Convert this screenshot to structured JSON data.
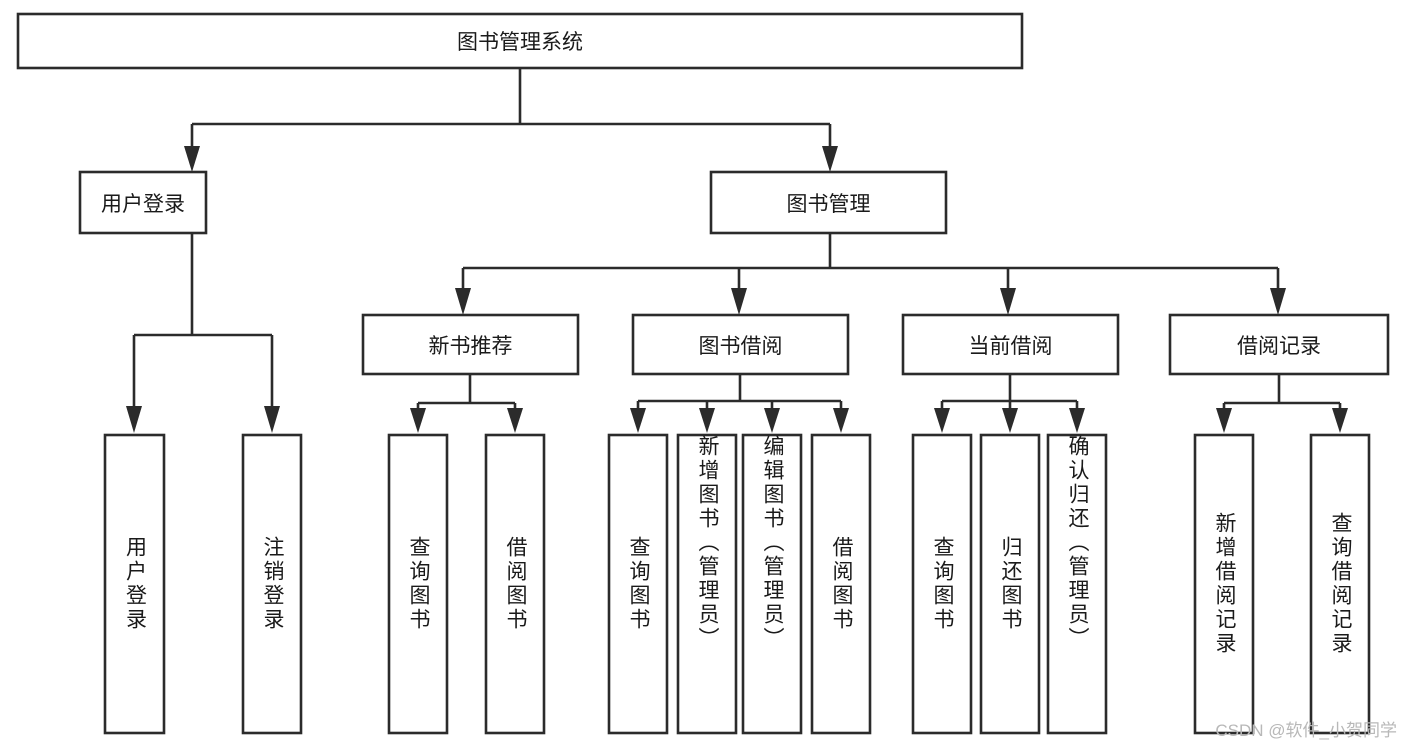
{
  "diagram": {
    "type": "tree-hierarchy",
    "title": "图书管理系统",
    "orientation": "top-down",
    "watermark": "CSDN @软件_小贺同学",
    "colors": {
      "box_fill": "#ffffff",
      "box_stroke": "#2b2b2b",
      "text": "#1a1a1a",
      "watermark": "#b8b8b8",
      "background": "#ffffff"
    },
    "levels": {
      "level0": "系统根节点",
      "level1": "一级模块",
      "level2": "二级模块",
      "level3": "功能叶节点"
    }
  },
  "nodes": {
    "root": {
      "id": "root",
      "label": "图书管理系统",
      "level": 0,
      "orientation": "horizontal"
    },
    "level1": [
      {
        "id": "user-login",
        "label": "用户登录",
        "level": 1,
        "orientation": "horizontal"
      },
      {
        "id": "book-manage",
        "label": "图书管理",
        "level": 1,
        "orientation": "horizontal"
      }
    ],
    "level2": [
      {
        "id": "new-book-recommend",
        "label": "新书推荐",
        "level": 2,
        "orientation": "horizontal",
        "parent": "book-manage"
      },
      {
        "id": "book-borrow",
        "label": "图书借阅",
        "level": 2,
        "orientation": "horizontal",
        "parent": "book-manage"
      },
      {
        "id": "current-borrow",
        "label": "当前借阅",
        "level": 2,
        "orientation": "horizontal",
        "parent": "book-manage"
      },
      {
        "id": "borrow-record",
        "label": "借阅记录",
        "level": 2,
        "orientation": "horizontal",
        "parent": "book-manage"
      }
    ],
    "leaves": [
      {
        "id": "leaf-user-login",
        "label": "用户登录",
        "orientation": "vertical",
        "parent": "user-login"
      },
      {
        "id": "leaf-user-logout",
        "label": "注销登录",
        "orientation": "vertical",
        "parent": "user-login"
      },
      {
        "id": "leaf-query-book-1",
        "label": "查询图书",
        "orientation": "vertical",
        "parent": "new-book-recommend"
      },
      {
        "id": "leaf-borrow-book-1",
        "label": "借阅图书",
        "orientation": "vertical",
        "parent": "new-book-recommend"
      },
      {
        "id": "leaf-query-book-2",
        "label": "查询图书",
        "orientation": "vertical",
        "parent": "book-borrow"
      },
      {
        "id": "leaf-add-book",
        "label": "新增图书（管理员）",
        "orientation": "vertical",
        "parent": "book-borrow"
      },
      {
        "id": "leaf-edit-book",
        "label": "编辑图书（管理员）",
        "orientation": "vertical",
        "parent": "book-borrow"
      },
      {
        "id": "leaf-borrow-book-2",
        "label": "借阅图书",
        "orientation": "vertical",
        "parent": "book-borrow"
      },
      {
        "id": "leaf-query-book-3",
        "label": "查询图书",
        "orientation": "vertical",
        "parent": "current-borrow"
      },
      {
        "id": "leaf-return-book",
        "label": "归还图书",
        "orientation": "vertical",
        "parent": "current-borrow"
      },
      {
        "id": "leaf-confirm-return",
        "label": "确认归还（管理员）",
        "orientation": "vertical",
        "parent": "current-borrow"
      },
      {
        "id": "leaf-add-record",
        "label": "新增借阅记录",
        "orientation": "vertical",
        "parent": "borrow-record"
      },
      {
        "id": "leaf-query-record",
        "label": "查询借阅记录",
        "orientation": "vertical",
        "parent": "borrow-record"
      }
    ]
  }
}
